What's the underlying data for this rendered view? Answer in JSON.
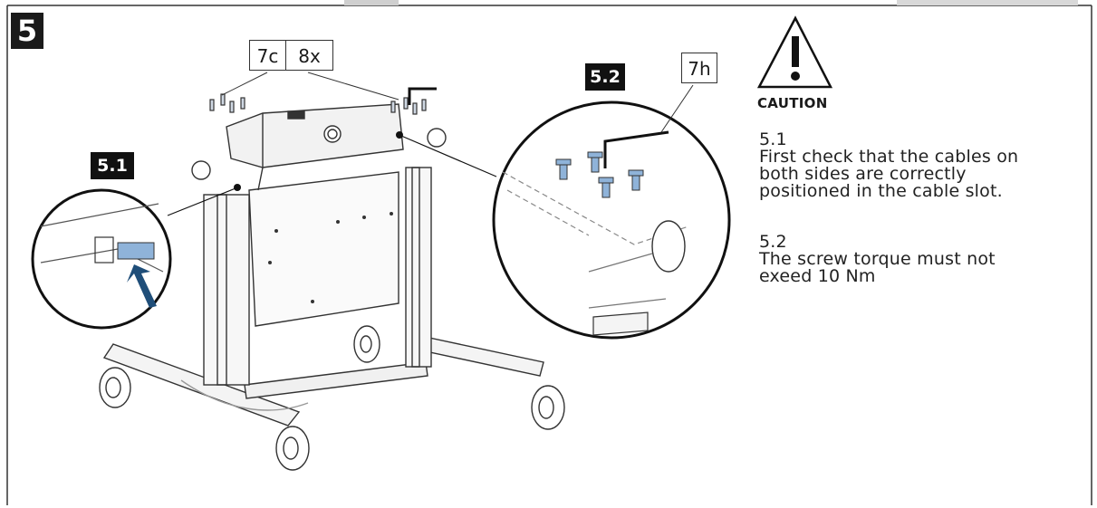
{
  "step": {
    "number": "5"
  },
  "callouts": {
    "part_a": "7c",
    "quantity": "8x",
    "part_b": "7h"
  },
  "details": {
    "left_label": "5.1",
    "right_label": "5.2"
  },
  "caution": {
    "label": "CAUTION",
    "icon": "warning-triangle-icon",
    "notes": [
      {
        "number": "5.1",
        "text": "First check that the cables on\nboth sides are correctly\npositioned in the cable slot."
      },
      {
        "number": "5.2",
        "text": "The screw torque must not\nexeed 10 Nm"
      }
    ]
  },
  "colors": {
    "screw_highlight": "#8fb3d9",
    "arrow": "#1f4e79",
    "badge": "#111111"
  }
}
